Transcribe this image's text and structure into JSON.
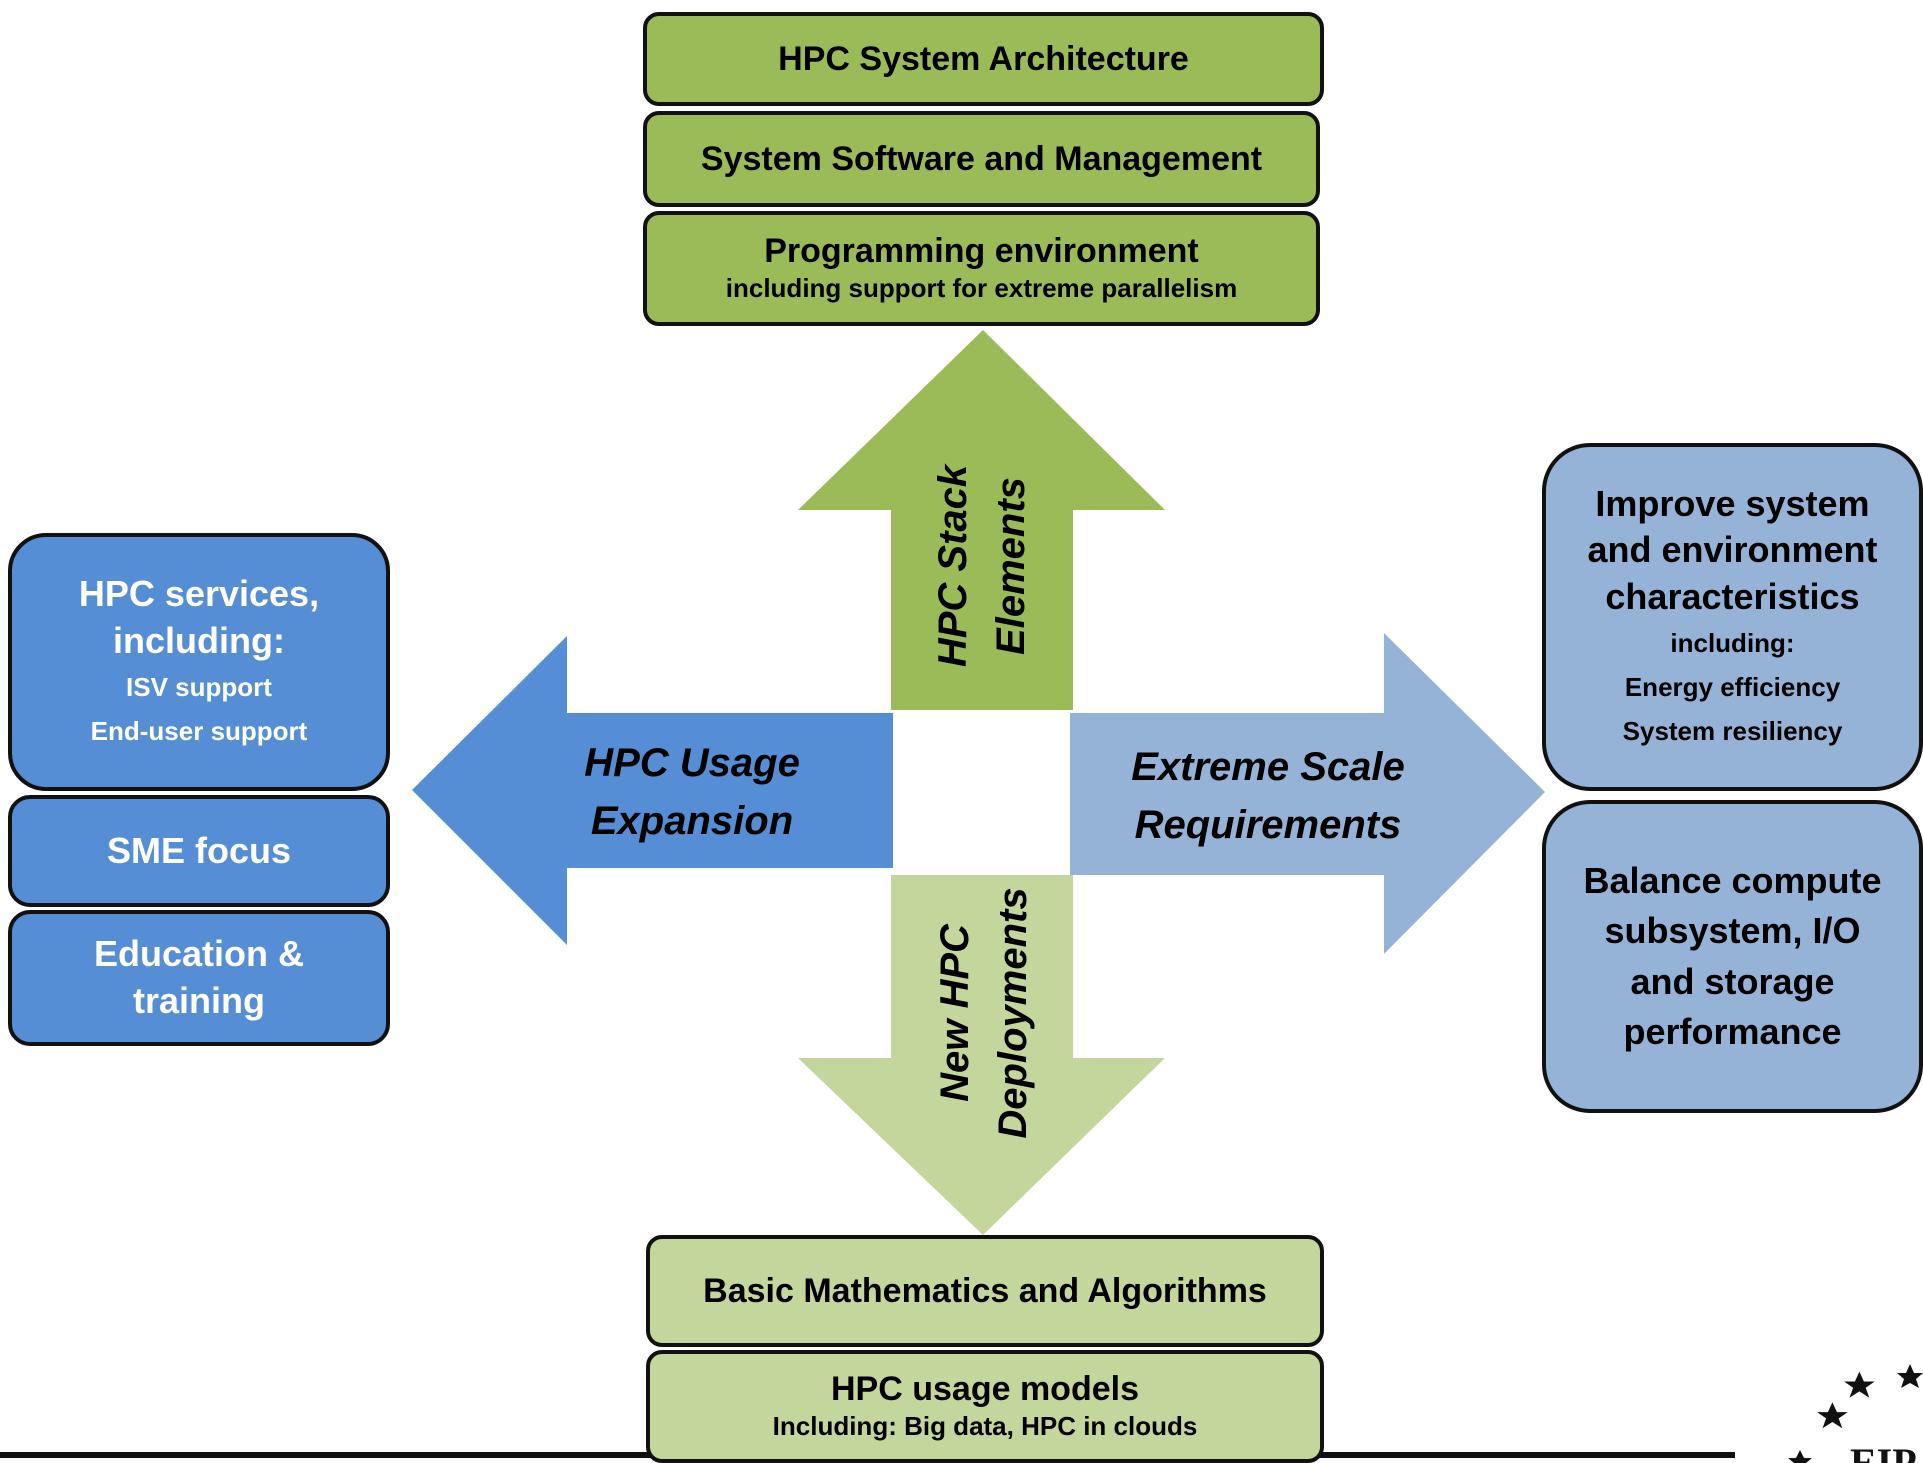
{
  "top_stack": {
    "architecture": "HPC System Architecture",
    "system_software": "System Software and Management",
    "programming_title": "Programming environment",
    "programming_sub": "including support for extreme parallelism"
  },
  "bottom_stack": {
    "math": "Basic Mathematics and Algorithms",
    "usage_models_title": "HPC usage models",
    "usage_models_sub": "Including: Big data, HPC in clouds"
  },
  "left_boxes": {
    "services_line1": "HPC services,",
    "services_line2": "including:",
    "services_item1": "ISV support",
    "services_item2": "End-user support",
    "sme": "SME focus",
    "education_line1": "Education &",
    "education_line2": "training"
  },
  "right_boxes": {
    "improve_line1": "Improve system",
    "improve_line2": "and environment",
    "improve_line3": "characteristics",
    "improve_sub": "including:",
    "improve_item1": "Energy efficiency",
    "improve_item2": "System resiliency",
    "balance_line1": "Balance compute",
    "balance_line2": "subsystem, I/O",
    "balance_line3": "and storage",
    "balance_line4": "performance"
  },
  "arrows": {
    "up_line1": "HPC Stack",
    "up_line2": "Elements",
    "down_line1": "New HPC",
    "down_line2": "Deployments",
    "left_line1": "HPC Usage",
    "left_line2": "Expansion",
    "right_line1": "Extreme Scale",
    "right_line2": "Requirements"
  },
  "colors": {
    "green_dark": "#9bbb59",
    "green_light": "#c3d69b",
    "blue_dark": "#558ed5",
    "blue_light": "#95b3d7"
  }
}
